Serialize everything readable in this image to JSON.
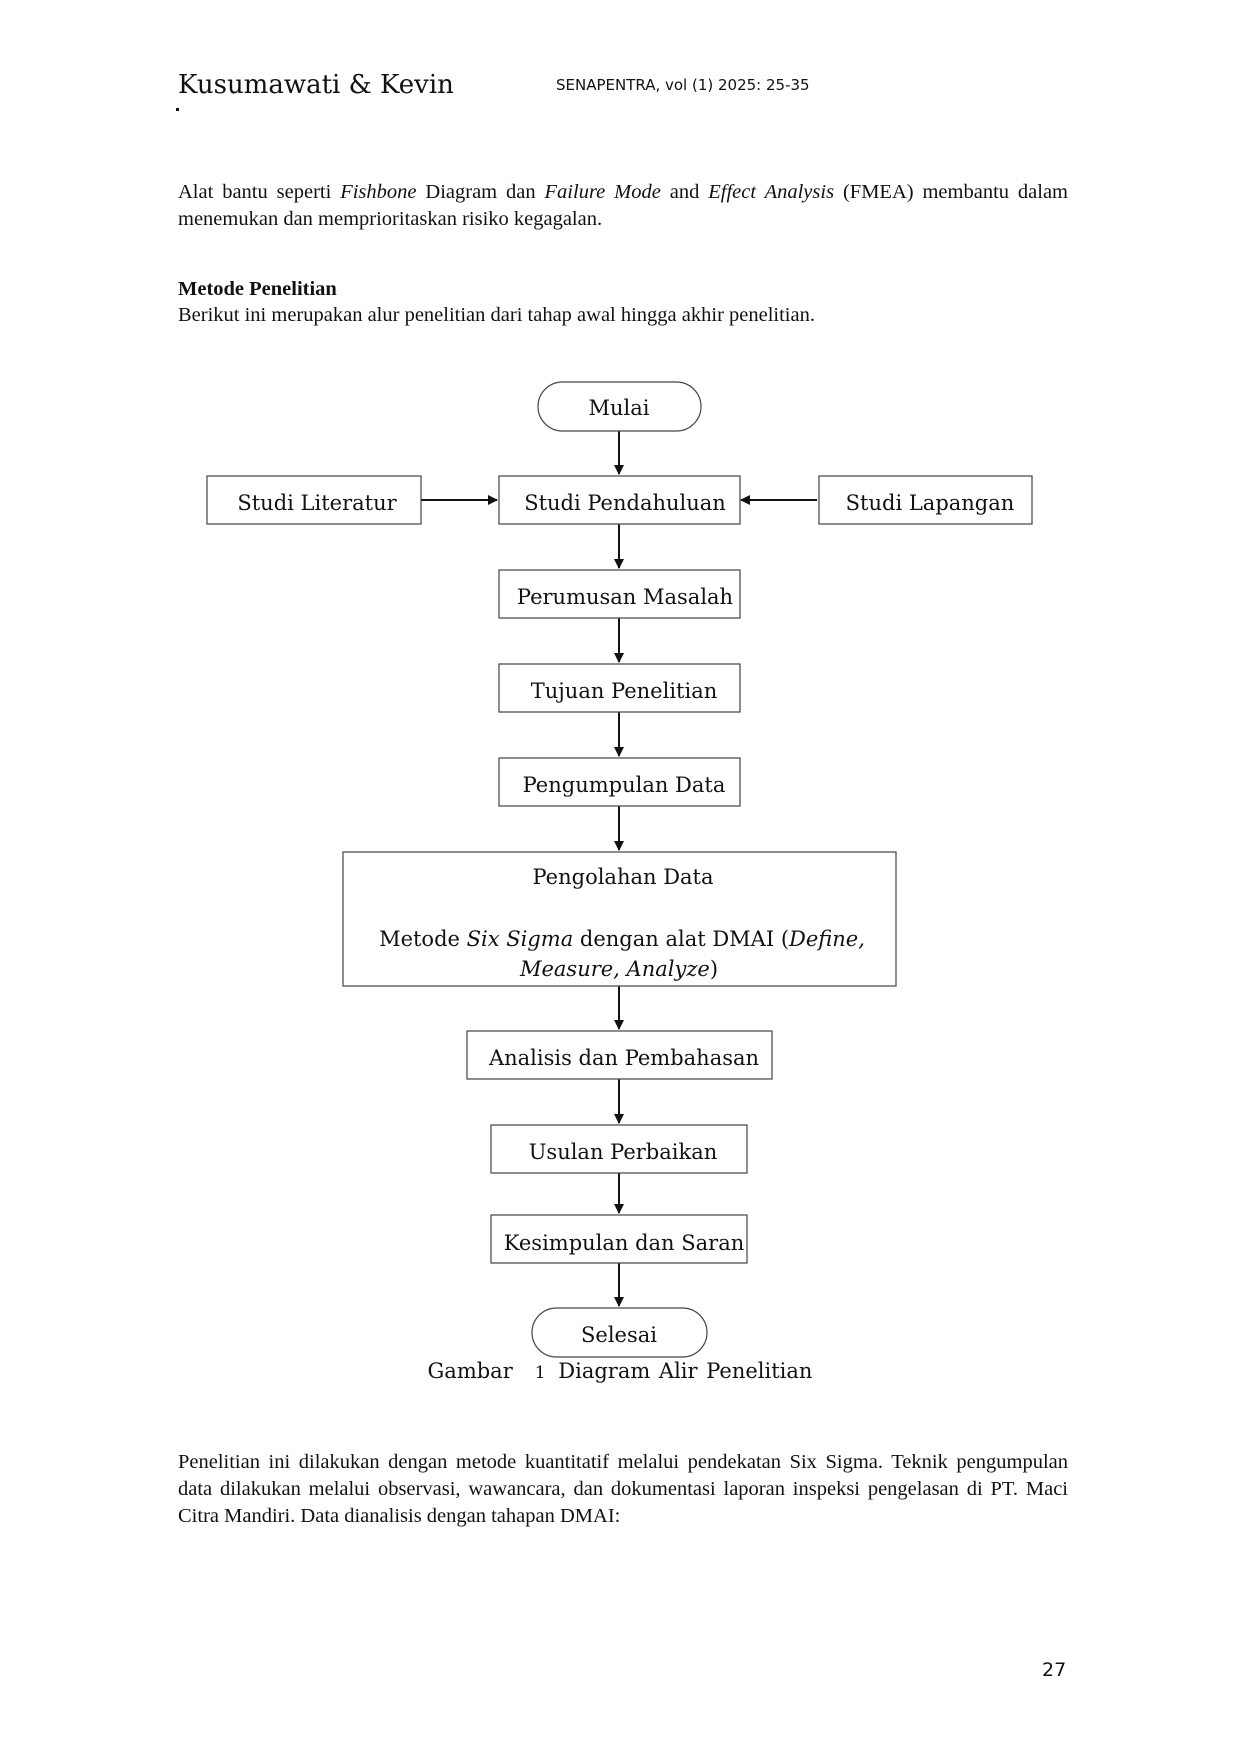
{
  "header": {
    "authors": "Kusumawati & Kevin",
    "journal": "SENAPENTRA, vol (1) 2025: 25-35"
  },
  "intro": {
    "t1": "Alat bantu seperti ",
    "i1": "Fishbone",
    "t2": " Diagram dan ",
    "i2": "Failure Mode",
    "t3": " and ",
    "i3": "Effect Analysis",
    "t4": " (FMEA) membantu dalam menemukan dan memprioritaskan risiko kegagalan."
  },
  "section": {
    "heading": "Metode Penelitian",
    "intro": "Berikut ini merupakan alur penelitian dari tahap awal hingga akhir penelitian."
  },
  "flowchart": {
    "start": "Mulai",
    "left_input": "Studi Literatur",
    "preliminary": "Studi Pendahuluan",
    "right_input": "Studi Lapangan",
    "problem": "Perumusan Masalah",
    "objective": "Tujuan Penelitian",
    "collection": "Pengumpulan Data",
    "processing_title": "Pengolahan Data",
    "processing_l1_a": "Metode ",
    "processing_l1_b": "Six Sigma",
    "processing_l1_c": " dengan alat DMAI (",
    "processing_l1_d": "Define,",
    "processing_l2_a": "Measure, Analyze",
    "processing_l2_b": ")",
    "analysis": "Analisis dan Pembahasan",
    "improvement": "Usulan Perbaikan",
    "conclusion": "Kesimpulan dan Saran",
    "end": "Selesai"
  },
  "figure": {
    "label": "Gambar",
    "number": "1",
    "title": "Diagram Alir Penelitian"
  },
  "closing": {
    "text": "Penelitian ini dilakukan dengan metode kuantitatif melalui pendekatan Six Sigma. Teknik pengumpulan data dilakukan melalui observasi, wawancara, dan dokumentasi laporan inspeksi pengelasan di PT. Maci Citra Mandiri. Data dianalisis dengan tahapan DMAI:"
  },
  "page_number": "27"
}
